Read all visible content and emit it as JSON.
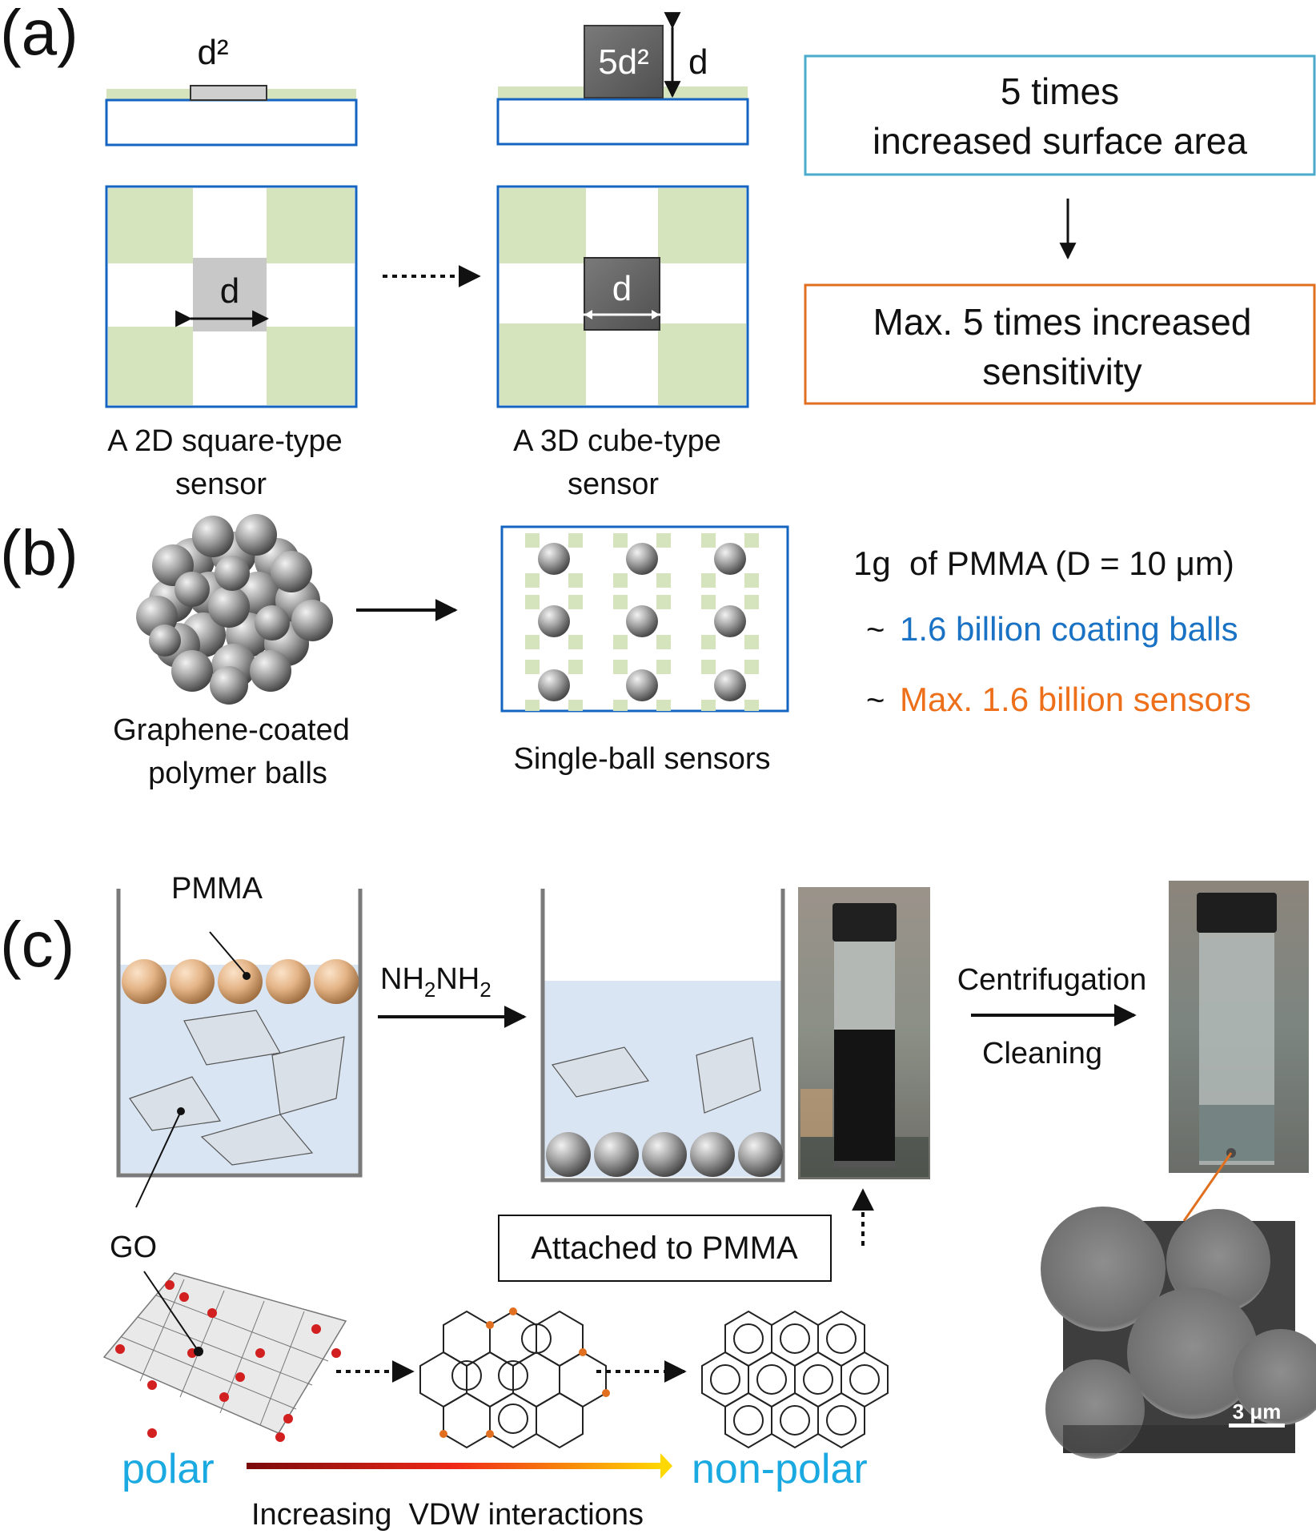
{
  "panel_a": {
    "label": "(a)",
    "area_2d": "d²",
    "area_3d": "5d²",
    "height_label": "d",
    "width_label_2d": "d",
    "width_label_3d": "d",
    "caption_2d_line1": "A 2D square-type",
    "caption_2d_line2": "sensor",
    "caption_3d_line1": "A 3D cube-type",
    "caption_3d_line2": "sensor",
    "box_surface_line1": "5 times",
    "box_surface_line2": "increased surface area",
    "box_sensitivity_line1": "Max. 5 times increased",
    "box_sensitivity_line2": "sensitivity"
  },
  "panel_b": {
    "label": "(b)",
    "caption_balls_line1": "Graphene-coated",
    "caption_balls_line2": "polymer balls",
    "caption_sensors": "Single-ball sensors",
    "stat_pmma": "1g  of PMMA (D = 10 μm)",
    "tilde_1": "~",
    "stat_coating": "1.6 billion coating balls",
    "tilde_2": "~",
    "stat_sensors": "Max. 1.6 billion sensors"
  },
  "panel_c": {
    "label": "(c)",
    "pmma_label": "PMMA",
    "reagent_nh": "NH",
    "reagent_sub1": "2",
    "reagent_nh2": "NH",
    "reagent_sub2": "2",
    "step_centrifugation": "Centrifugation",
    "step_cleaning": "Cleaning",
    "go_label": "GO",
    "attached_label": "Attached to PMMA",
    "polar_label": "polar",
    "nonpolar_label": "non-polar",
    "vdw_label": "Increasing  VDW interactions",
    "scale_bar": "3 μm"
  },
  "colors": {
    "green": "#d6e4bd",
    "blue_border": "#1565c0",
    "cyan_border": "#4aabca",
    "orange_border": "#e07020",
    "blue_text": "#1a72c4",
    "orange_text": "#ee6f1a",
    "polar_text": "#1aa9e0",
    "liquid": "#d9e5f2"
  }
}
